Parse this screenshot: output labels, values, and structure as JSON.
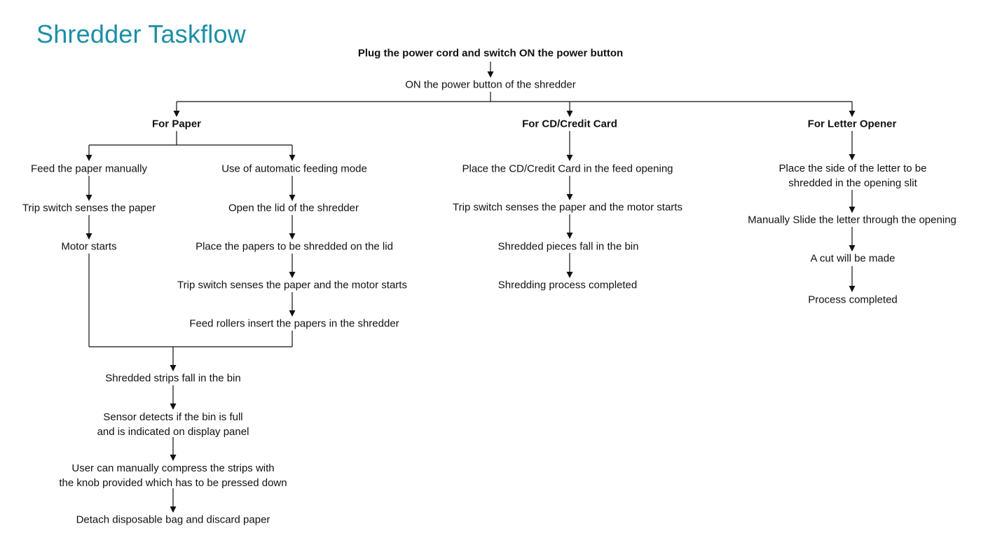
{
  "title": "Shredder Taskflow",
  "nodes": {
    "start": "Plug the power cord and switch ON the power button",
    "power_on": "ON the power button of the shredder",
    "paper": {
      "heading": "For Paper",
      "manual": {
        "feed": "Feed the paper manually",
        "trip": "Trip switch senses the paper",
        "motor": "Motor starts"
      },
      "auto": {
        "mode": "Use of automatic feeding mode",
        "open_lid": "Open the lid of the shredder",
        "place": "Place the papers to be shredded on the lid",
        "trip": "Trip switch senses the paper and the motor starts",
        "rollers": "Feed rollers insert the papers in the shredder"
      },
      "after": {
        "strips_fall": "Shredded strips fall in the bin",
        "sensor": "Sensor detects if the bin is full\nand is indicated on display panel",
        "compress": "User can manually compress the strips with\nthe knob provided which has to be pressed down",
        "detach": "Detach disposable bag and discard paper"
      }
    },
    "cd": {
      "heading": "For CD/Credit Card",
      "place": "Place the CD/Credit Card in the feed opening",
      "trip": "Trip switch senses the paper and the motor starts",
      "pieces": "Shredded pieces fall in the bin",
      "complete": "Shredding process completed"
    },
    "letter": {
      "heading": "For Letter Opener",
      "place": "Place the side of the letter to be\nshredded in the opening slit",
      "slide": "Manually Slide the letter through the opening",
      "cut": "A cut will be made",
      "complete": "Process completed"
    }
  }
}
